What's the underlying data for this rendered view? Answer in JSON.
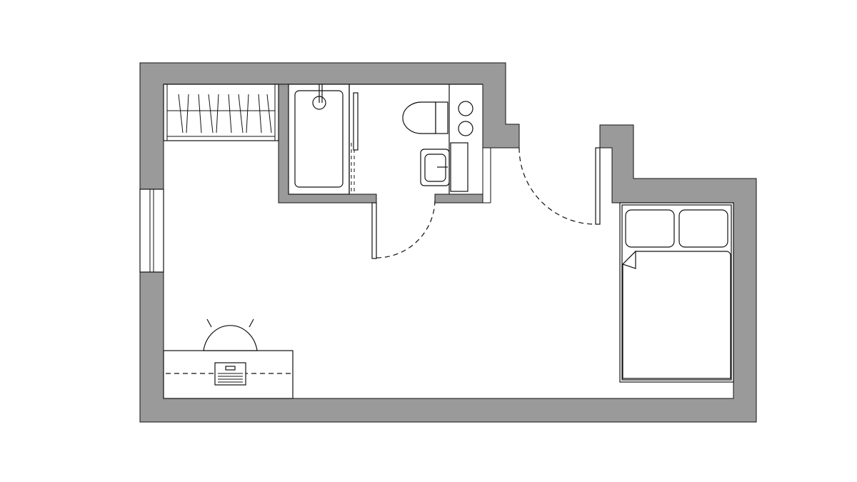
{
  "floor_plan": {
    "type": "studio-apartment",
    "colors": {
      "wall_fill": "#9a9a9a",
      "line": "#111111",
      "background": "#ffffff"
    },
    "fixtures": [
      "wardrobe",
      "bathtub",
      "toilet",
      "washbasin",
      "stove",
      "entrance-door",
      "bathroom-door",
      "window",
      "desk",
      "chair",
      "laptop",
      "double-bed",
      "pillows"
    ]
  }
}
